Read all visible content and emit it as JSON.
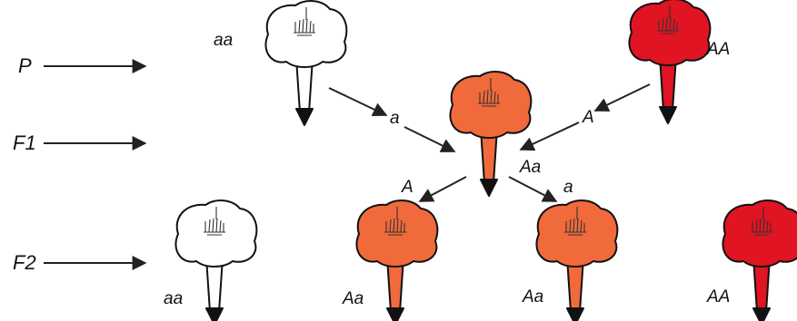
{
  "generations": {
    "p": "P",
    "f1": "F1",
    "f2": "F2"
  },
  "colors": {
    "white": "#ffffff",
    "pink": "#f06a3c",
    "red": "#e01422",
    "outline": "#111111"
  },
  "plants": {
    "parent_white": {
      "genotype": "aa",
      "color": "white"
    },
    "parent_red": {
      "genotype": "AA",
      "color": "red"
    },
    "f1_pink": {
      "genotype": "Aa",
      "color": "pink"
    },
    "f2_white": {
      "genotype": "aa",
      "color": "white"
    },
    "f2_pink_1": {
      "genotype": "Aa",
      "color": "pink"
    },
    "f2_pink_2": {
      "genotype": "Aa",
      "color": "pink"
    },
    "f2_red": {
      "genotype": "AA",
      "color": "red"
    }
  },
  "gametes": {
    "from_white": "a",
    "from_red": "A",
    "f1_left": "A",
    "f1_right": "a"
  }
}
